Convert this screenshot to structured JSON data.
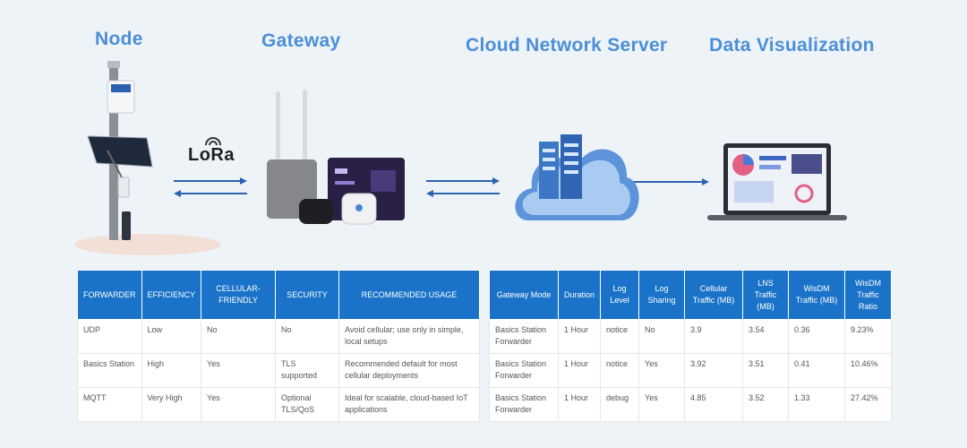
{
  "stages": {
    "node": "Node",
    "gateway": "Gateway",
    "cloud": "Cloud Network Server",
    "viz": "Data Visualization"
  },
  "lora_label": "LoRa",
  "icons": [
    "node-device-icon",
    "gateway-devices-icon",
    "cloud-server-icon",
    "laptop-dashboard-icon",
    "lora-signal-icon"
  ],
  "colors": {
    "accent": "#4b8fd6",
    "header": "#1a73c8",
    "arrow": "#2d62b3"
  },
  "forwarder_table": {
    "headers": [
      "FORWARDER",
      "EFFICIENCY",
      "CELLULAR-FRIENDLY",
      "SECURITY",
      "RECOMMENDED USAGE"
    ],
    "rows": [
      [
        "UDP",
        "Low",
        "No",
        "No",
        "Avoid cellular; use only in simple, local setups"
      ],
      [
        "Basics Station",
        "High",
        "Yes",
        "TLS supported",
        "Recommended default for most cellular deployments"
      ],
      [
        "MQTT",
        "Very High",
        "Yes",
        "Optional TLS/QoS",
        "Ideal for scalable, cloud-based IoT applications"
      ]
    ]
  },
  "traffic_table": {
    "headers": [
      "Gateway Mode",
      "Duration",
      "Log Level",
      "Log Sharing",
      "Cellular Traffic (MB)",
      "LNS Traffic (MB)",
      "WisDM Traffic (MB)",
      "WisDM Traffic Ratio"
    ],
    "rows": [
      [
        "Basics Station Forwarder",
        "1 Hour",
        "notice",
        "No",
        "3.9",
        "3.54",
        "0.36",
        "9.23%"
      ],
      [
        "Basics Station Forwarder",
        "1 Hour",
        "notice",
        "Yes",
        "3.92",
        "3.51",
        "0.41",
        "10.46%"
      ],
      [
        "Basics Station Forwarder",
        "1 Hour",
        "debug",
        "Yes",
        "4.85",
        "3.52",
        "1.33",
        "27.42%"
      ]
    ]
  }
}
